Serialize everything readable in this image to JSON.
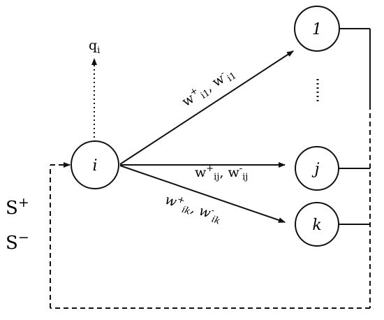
{
  "nodes": {
    "i": "i",
    "one": "1",
    "j": "j",
    "k": "k"
  },
  "labels": {
    "q_base": "q",
    "q_sub": "i",
    "w_i1_plus": "w",
    "w_i1_plus_sup": "+",
    "w_i1_plus_sub": "i1",
    "w_i1_sep": ", ",
    "w_i1_minus": "w",
    "w_i1_minus_sup": "-",
    "w_i1_minus_sub": "i1",
    "w_ij_plus": "w",
    "w_ij_plus_sup": "+",
    "w_ij_plus_sub": "ij",
    "w_ij_sep": ", ",
    "w_ij_minus": "w",
    "w_ij_minus_sup": "-",
    "w_ij_minus_sub": "ij",
    "w_ik_plus": "w",
    "w_ik_plus_sup": "+",
    "w_ik_plus_sub": "ik",
    "w_ik_sep": ", ",
    "w_ik_minus": "w",
    "w_ik_minus_sup": "-",
    "w_ik_minus_sub": "ik",
    "s_plus_base": "S",
    "s_plus_sup": "+",
    "s_minus_base": "S",
    "s_minus_sup": "−",
    "ellipsis": "⋮"
  }
}
